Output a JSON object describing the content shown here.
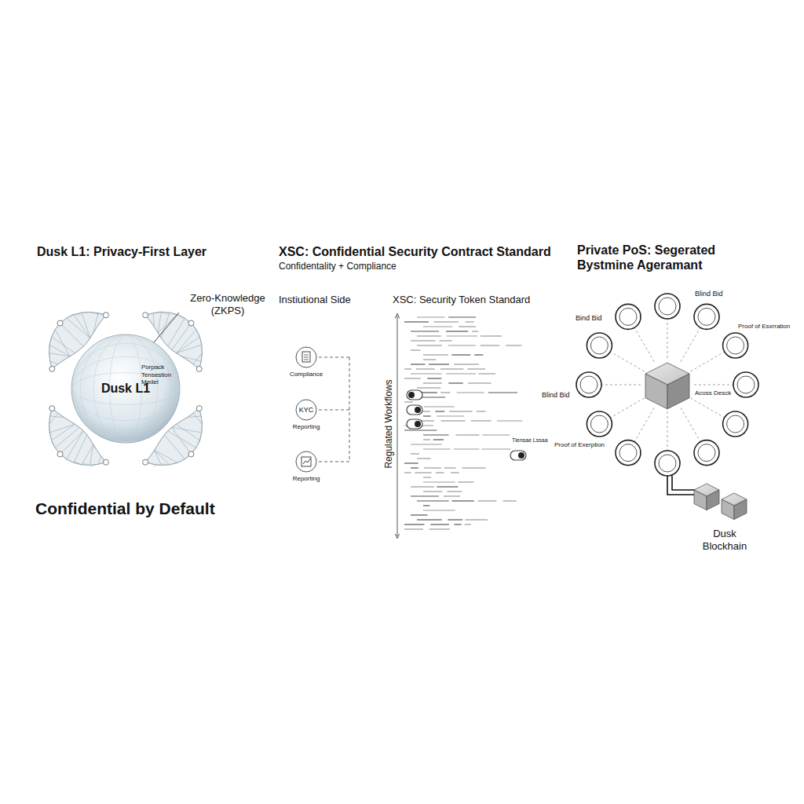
{
  "diagram": {
    "nodes": [
      {
        "text": [
          "Dusk L1"
        ]
      },
      {
        "text": [
          "Compliance"
        ]
      },
      {
        "text": [
          "KYC",
          "Reporting"
        ]
      },
      {
        "text": [
          "Reporting"
        ]
      }
    ],
    "labels": [
      "Dusk L1: Privacy-First Layer",
      "Zero-Knowledge (ZKPS)",
      "Porpack Tensestion Medel",
      "Confidential by Default",
      "XSC: Confidential Security Contract Standard",
      "Confidentality + Compliance",
      "Instiutional Side",
      "XSC: Security Token Standard",
      "Regulated Workflows",
      "Tlensae Lssaa",
      "Private PoS: Segerated Bystmine Ageramant",
      "Blind Bid",
      "Bind Bid",
      "Proof of Esxrration",
      "Blind Bid",
      "Acoss Desck",
      "Proof of Exerption",
      "Dusk Blockhain"
    ]
  }
}
